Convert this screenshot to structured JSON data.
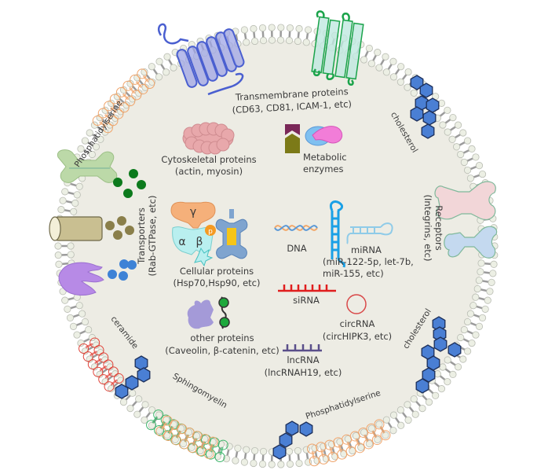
{
  "diagram": {
    "title": "Exosome cargo composition",
    "colors": {
      "lumen": "#edece4",
      "membrane_head": "#ecefe4",
      "membrane_head_stroke": "#b9bcb3",
      "membrane_tail": "#9b9b9b",
      "cholesterol": "#4a7fd4",
      "cholesterol_stroke": "#1c2f5a",
      "phosphatidylserine": "#f0a46a",
      "ceramide": "#e0443a",
      "sphingomyelin": "#3cb56a",
      "transmembrane_blue": "#4a5fd0",
      "transmembrane_green": "#1aa34a",
      "sirna": "#e01e1e",
      "circrna": "#d94848",
      "lncrna": "#5a4f8a",
      "mirna": "#1aa0e6",
      "text": "#3a3a3a"
    },
    "membrane_labels": {
      "phosphatidylserine_top": "Phosphatidylserine",
      "phosphatidylserine_bottom": "Phosphatidylserine",
      "cholesterol_top": "cholesterol",
      "cholesterol_bottom": "cholesterol",
      "ceramide": "ceramide",
      "sphingomyelin": "Sphingomyelin"
    },
    "cargo": {
      "transmembrane": {
        "title": "Transmembrane proteins",
        "detail": "(CD63, CD81, ICAM-1, etc)"
      },
      "cytoskeletal": {
        "title": "Cytoskeletal proteins",
        "detail": "(actin, myosin)"
      },
      "metabolic": {
        "title": "Metabolic",
        "detail": "enzymes"
      },
      "transporters": {
        "title": "Transporters",
        "detail": "(Rab-GTPase, etc)"
      },
      "receptors": {
        "title": "Receptors",
        "detail": "(Integrins, etc)"
      },
      "cellular": {
        "title": "Cellular proteins",
        "detail": "(Hsp70,Hsp90, etc)",
        "subunits": [
          "γ",
          "α",
          "β",
          "p"
        ]
      },
      "dna": {
        "title": "DNA"
      },
      "mirna": {
        "title": "miRNA",
        "detail1": "(miR-122-5p, let-7b,",
        "detail2": "miR-155, etc)"
      },
      "sirna": {
        "title": "siRNA"
      },
      "circrna": {
        "title": "circRNA",
        "detail": "(circHIPK3, etc)"
      },
      "other": {
        "title": "other proteins",
        "detail": "(Caveolin, β-catenin, etc)"
      },
      "lncrna": {
        "title": "lncRNA",
        "detail": "(lncRNAH19, etc)"
      }
    }
  }
}
